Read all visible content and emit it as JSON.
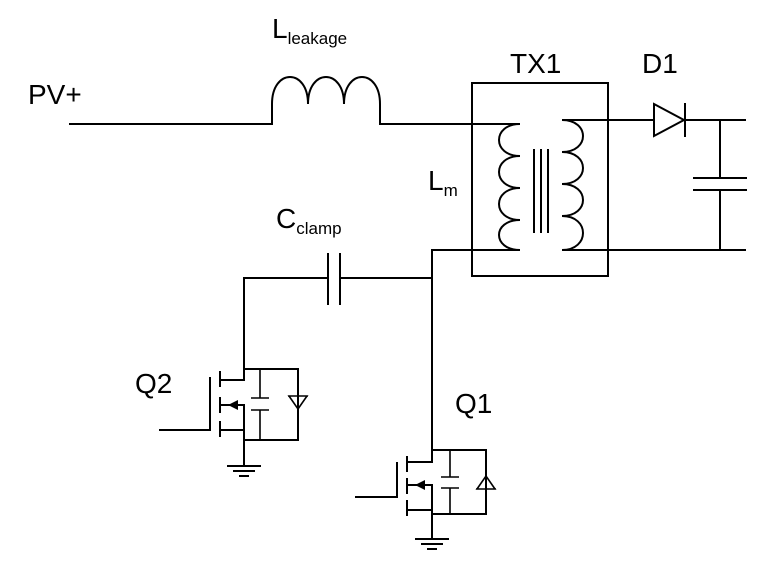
{
  "labels": {
    "pv_plus": "PV+",
    "leakage_main": "L",
    "leakage_sub": "leakage",
    "tx1": "TX1",
    "d1": "D1",
    "lm_main": "L",
    "lm_sub": "m",
    "cclamp_main": "C",
    "cclamp_sub": "clamp",
    "q2": "Q2",
    "q1": "Q1"
  },
  "colors": {
    "ink": "#000000",
    "background": "#ffffff"
  }
}
